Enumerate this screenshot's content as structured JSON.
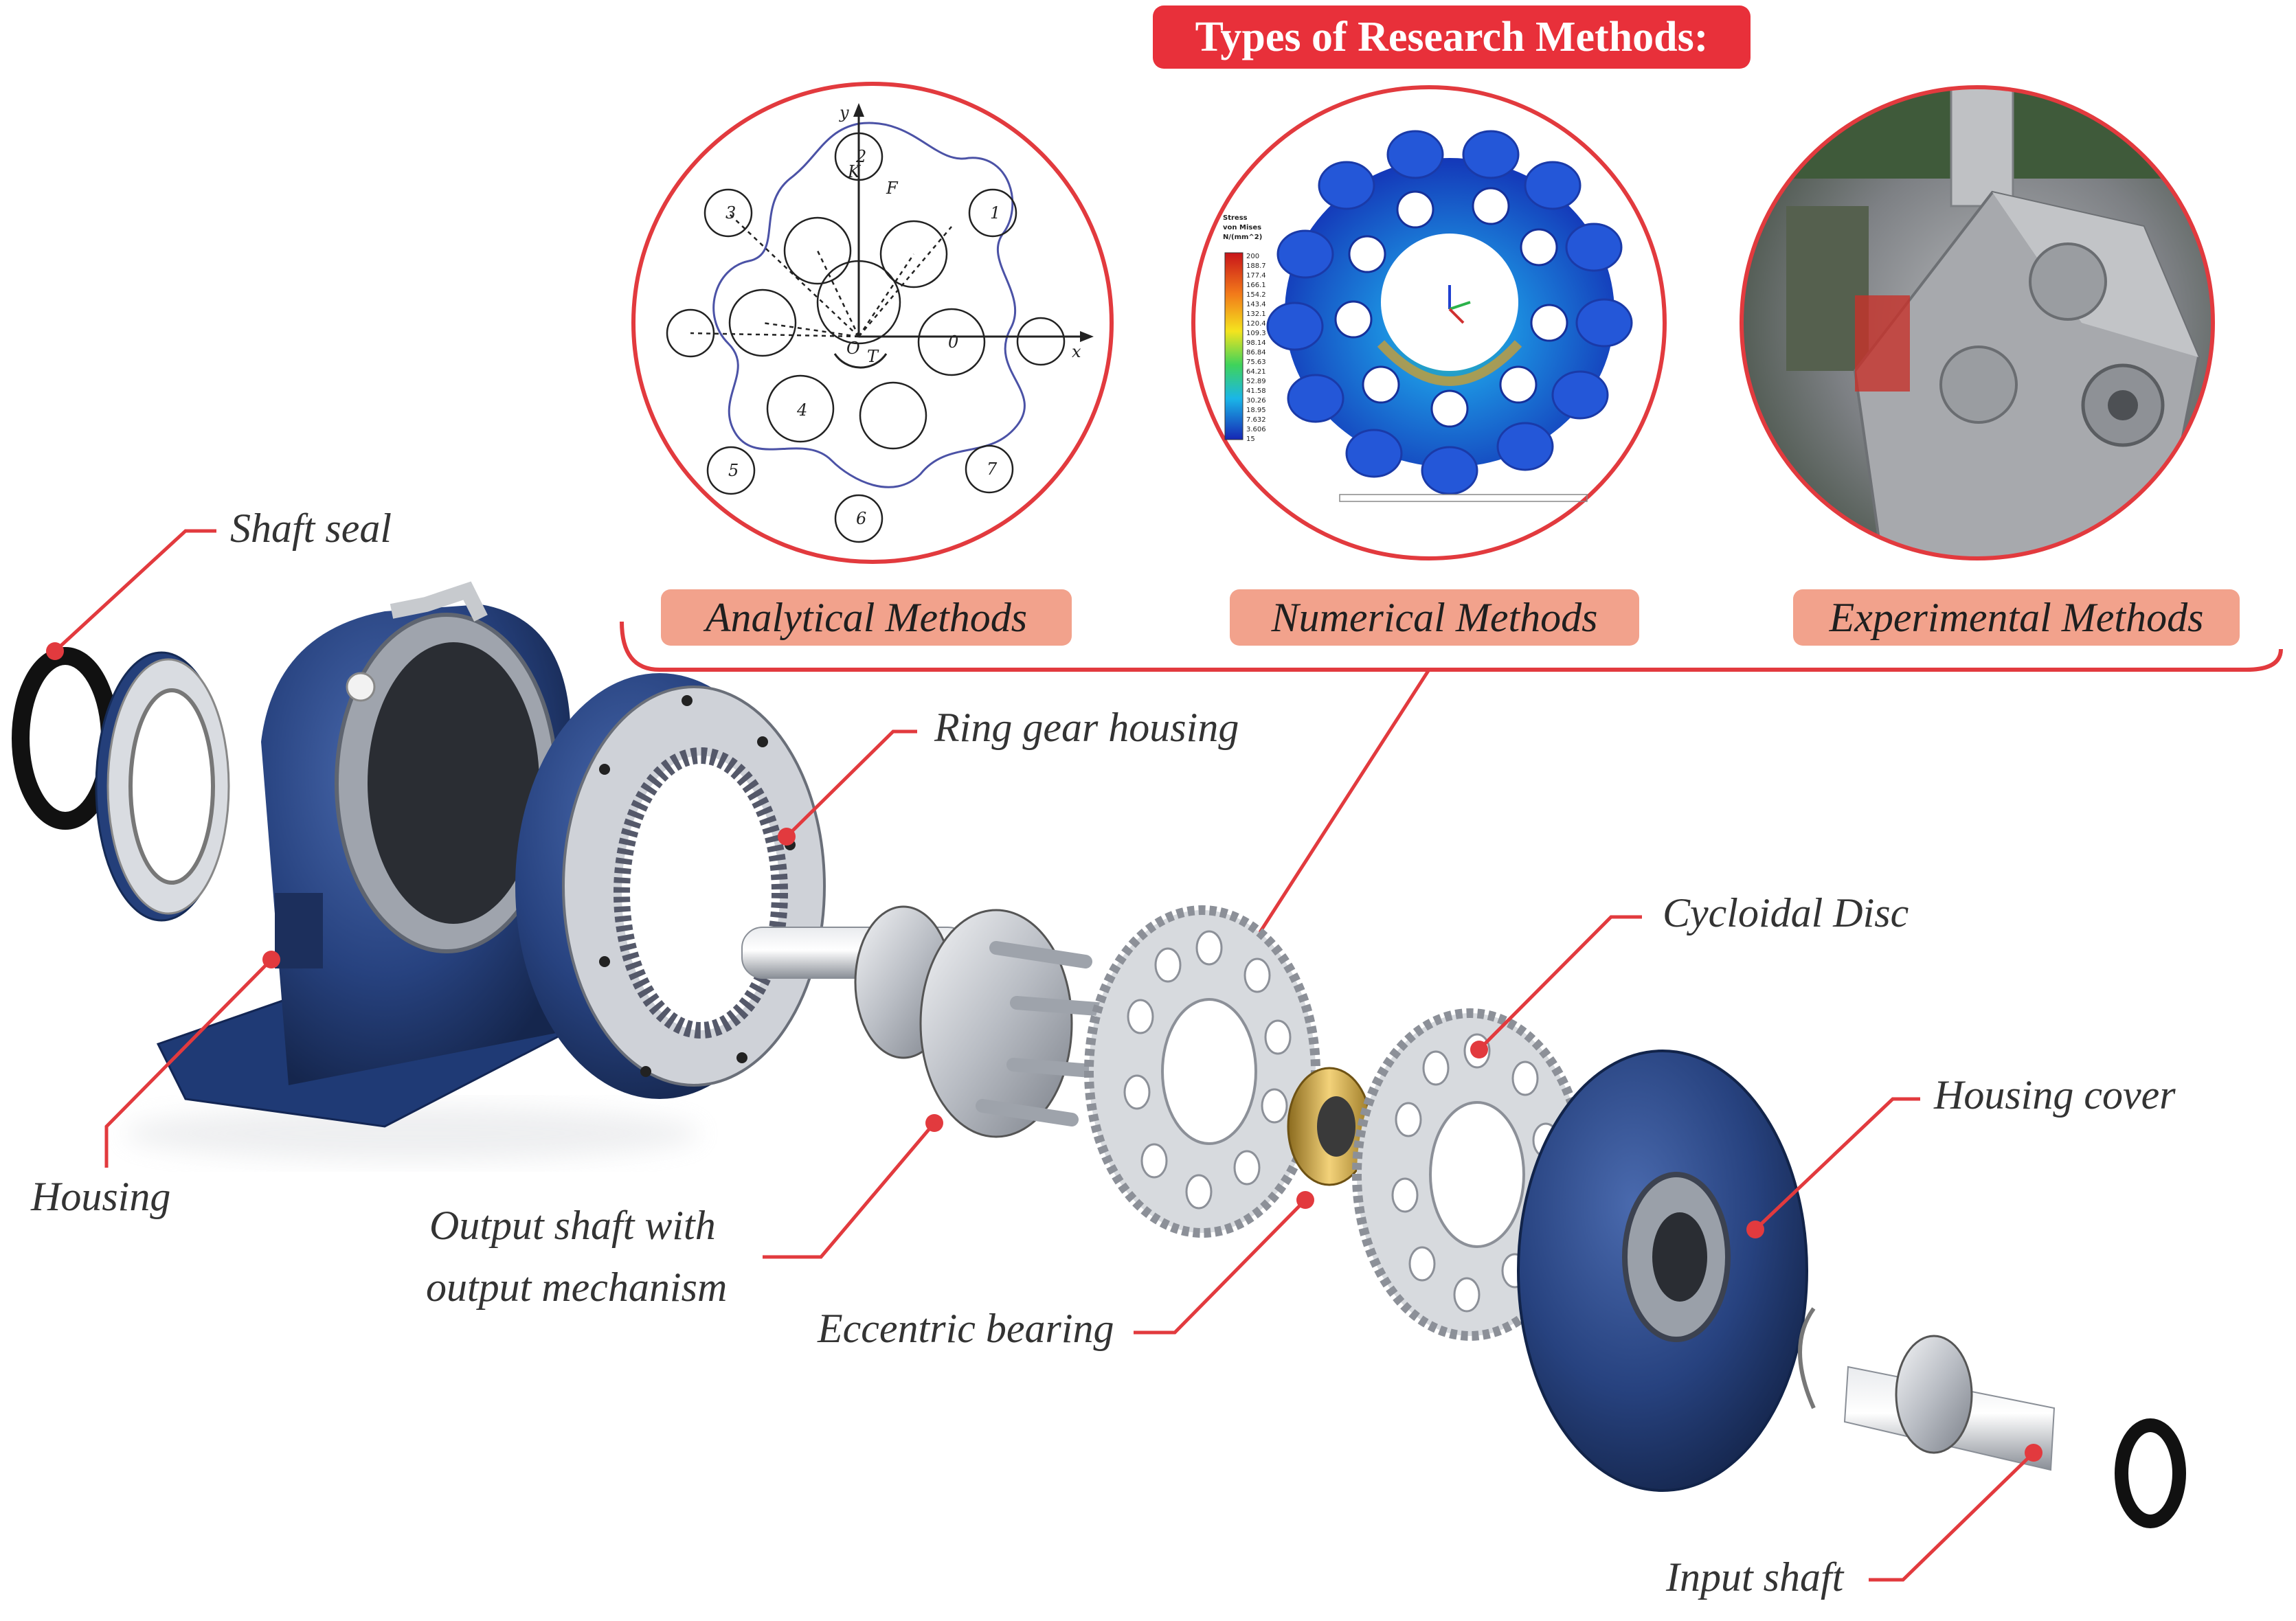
{
  "title": "Types of Research Methods:",
  "methods": {
    "analytical": "Analytical Methods",
    "numerical": "Numerical Methods",
    "experimental": "Experimental Methods"
  },
  "parts": {
    "shaft_seal": "Shaft seal",
    "ring_gear_housing": "Ring gear housing",
    "cycloidal_disc": "Cycloidal Disc",
    "housing_cover": "Housing cover",
    "housing": "Housing",
    "output_shaft_line1": "Output shaft with",
    "output_shaft_line2": "output mechanism",
    "eccentric_bearing": "Eccentric bearing",
    "input_shaft": "Input shaft"
  },
  "analytical_diagram": {
    "labels": [
      "y",
      "x",
      "1",
      "2",
      "3",
      "4",
      "5",
      "6",
      "7",
      "0",
      "K",
      "F",
      "T",
      "O"
    ]
  },
  "stress_legend": {
    "title_line1": "Stress",
    "title_line2": "von Mises",
    "title_line3": "N/(mm^2)",
    "values": [
      "200",
      "188.7",
      "177.4",
      "166.1",
      "154.2",
      "143.4",
      "132.1",
      "120.4",
      "109.3",
      "98.14",
      "86.84",
      "75.63",
      "64.21",
      "52.89",
      "41.58",
      "30.26",
      "18.95",
      "7.632",
      "3.606",
      "15"
    ]
  },
  "colors": {
    "accent_red": "#e8303a",
    "method_badge": "#f2a28c",
    "housing_blue": "#243f7a",
    "steel": "#c9ccd2"
  },
  "icons": {
    "analytical": "force-diagram-icon",
    "numerical": "fea-disc-icon",
    "experimental": "test-rig-photo-icon"
  }
}
